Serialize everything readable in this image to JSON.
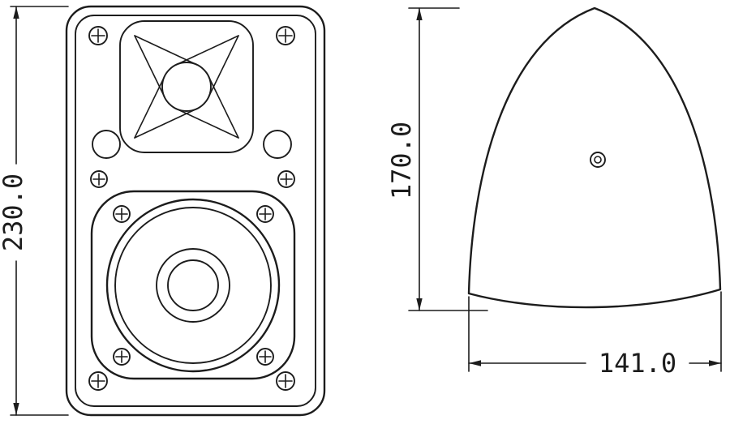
{
  "drawing": {
    "type": "technical-drawing",
    "subject": "wall-mount speaker, front view and side profile with dimensions",
    "dimensions": {
      "front_height": "230.0",
      "side_height": "170.0",
      "side_width": "141.0"
    },
    "colors": {
      "line": "#1c1c1c",
      "background": "#ffffff"
    }
  }
}
